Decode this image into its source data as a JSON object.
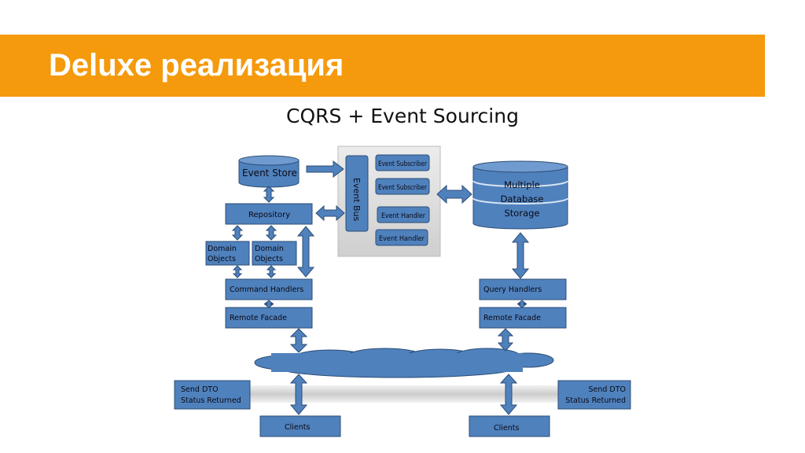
{
  "header": {
    "title": "Deluxe реализация"
  },
  "subtitle": "CQRS + Event Sourcing",
  "diagram": {
    "event_store": "Event Store",
    "event_bus": "Event Bus",
    "repository": "Repository",
    "domain_objects_1": [
      "Domain",
      "Objects"
    ],
    "domain_objects_2": [
      "Domain",
      "Objects"
    ],
    "command_handlers": "Command Handlers",
    "remote_facade_left": "Remote Facade",
    "event_subscriber_1": "Event Subscriber",
    "event_subscriber_2": "Event Subscriber",
    "event_handler_1": "Event Handler",
    "event_handler_2": "Event Handler",
    "database": [
      "Multiple",
      "Database",
      "Storage"
    ],
    "query_handlers": "Query Handlers",
    "remote_facade_right": "Remote Facade",
    "send_dto_left": [
      "Send DTO",
      "Status Returned"
    ],
    "send_dto_right": [
      "Send DTO",
      "Status Returned"
    ],
    "clients_left": "Clients",
    "clients_right": "Clients"
  },
  "colors": {
    "banner": "#f59a0c",
    "box_fill": "#4f81bd",
    "box_stroke": "#2c4d75",
    "panel": "#d9d9d9"
  }
}
